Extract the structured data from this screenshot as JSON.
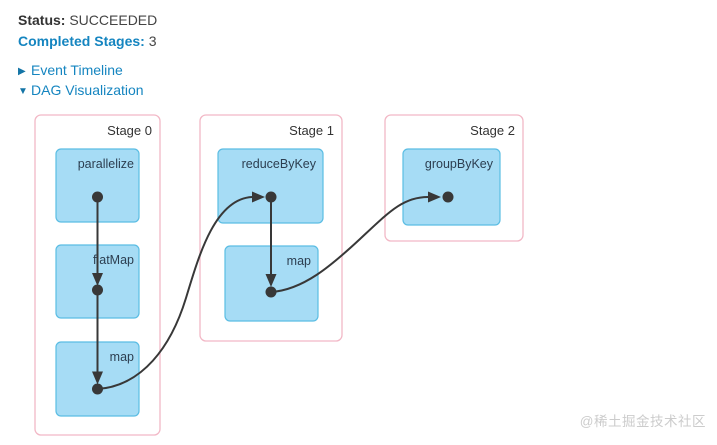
{
  "header": {
    "status_label": "Status:",
    "status_value": "SUCCEEDED",
    "completed_stages_label": "Completed Stages:",
    "completed_stages_value": "3",
    "event_timeline_label": "Event Timeline",
    "dag_visualization_label": "DAG Visualization",
    "collapsed_arrow_glyph": "▶",
    "expanded_arrow_glyph": "▼"
  },
  "dag": {
    "stages": [
      {
        "label": "Stage 0",
        "operations": [
          "parallelize",
          "flatMap",
          "map"
        ]
      },
      {
        "label": "Stage 1",
        "operations": [
          "reduceByKey",
          "map"
        ]
      },
      {
        "label": "Stage 2",
        "operations": [
          "groupByKey"
        ]
      }
    ],
    "edges": [
      {
        "from": "Stage 0 / parallelize",
        "to": "Stage 0 / flatMap"
      },
      {
        "from": "Stage 0 / flatMap",
        "to": "Stage 0 / map"
      },
      {
        "from": "Stage 0 / map",
        "to": "Stage 1 / reduceByKey"
      },
      {
        "from": "Stage 1 / reduceByKey",
        "to": "Stage 1 / map"
      },
      {
        "from": "Stage 1 / map",
        "to": "Stage 2 / groupByKey"
      }
    ]
  },
  "colors": {
    "link_blue": "#1585c0",
    "stage_border_pink": "#f2b8c6",
    "node_fill_blue": "#a6dcf5",
    "node_border_blue": "#5bbde3",
    "edge_dark": "#383838",
    "text_dark": "#333333",
    "watermark_gray": "#cccccc"
  },
  "watermark": "@稀土掘金技术社区"
}
